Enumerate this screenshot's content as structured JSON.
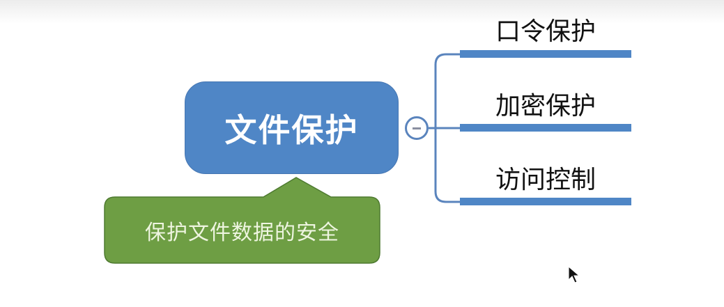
{
  "central_topic": "文件保护",
  "subtopics": [
    "口令保护",
    "加密保护",
    "访问控制"
  ],
  "callout": "保护文件数据的安全",
  "colors": {
    "topic": "#4f86c6",
    "callout": "#6e9e44",
    "connector": "#5a84bd"
  }
}
